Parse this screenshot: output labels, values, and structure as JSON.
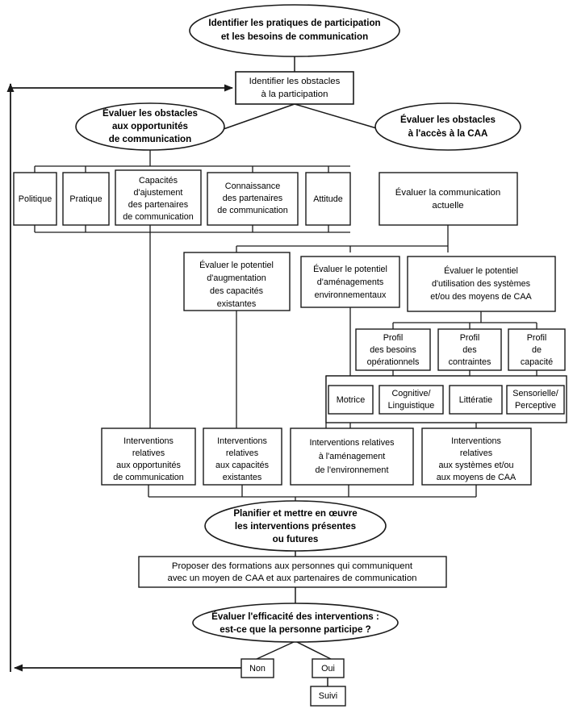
{
  "diagram": {
    "title": "Processus d'évaluation et d'intervention en CAA",
    "language": "fr",
    "colors": {
      "stroke": "#1a1a1a",
      "fill": "#ffffff",
      "text": "#000000"
    },
    "nodes": {
      "start": {
        "shape": "ellipse",
        "bold": true,
        "lines": [
          "Identifier les pratiques de participation",
          "et les besoins de communication"
        ]
      },
      "identify_barriers": {
        "shape": "rect",
        "lines": [
          "Identifier les obstacles",
          "à la participation"
        ]
      },
      "eval_comm_barriers": {
        "shape": "ellipse",
        "bold": true,
        "lines": [
          "Évaluer les obstacles",
          "aux opportunités",
          "de communication"
        ]
      },
      "eval_aac_barriers": {
        "shape": "ellipse",
        "bold": true,
        "lines": [
          "Évaluer les obstacles",
          "à l'accès à la CAA"
        ]
      },
      "politique": {
        "shape": "rect",
        "lines": [
          "Politique"
        ]
      },
      "pratique": {
        "shape": "rect",
        "lines": [
          "Pratique"
        ]
      },
      "capacites_ajustement": {
        "shape": "rect",
        "lines": [
          "Capacités",
          "d'ajustement",
          "des partenaires",
          "de communication"
        ]
      },
      "connaissance_partenaires": {
        "shape": "rect",
        "lines": [
          "Connaissance",
          "des partenaires",
          "de communication"
        ]
      },
      "attitude": {
        "shape": "rect",
        "lines": [
          "Attitude"
        ]
      },
      "eval_current_comm": {
        "shape": "rect",
        "lines": [
          "Évaluer la communication",
          "actuelle"
        ]
      },
      "potentiel_augmentation": {
        "shape": "rect",
        "lines": [
          "Évaluer le potentiel",
          "d'augmentation",
          "des capacités",
          "existantes"
        ]
      },
      "potentiel_amenagements": {
        "shape": "rect",
        "lines": [
          "Évaluer le potentiel",
          "d'aménagements",
          "environnementaux"
        ]
      },
      "potentiel_utilisation": {
        "shape": "rect",
        "lines": [
          "Évaluer le potentiel",
          "d'utilisation des systèmes",
          "et/ou des moyens de CAA"
        ]
      },
      "profil_besoins": {
        "shape": "rect",
        "lines": [
          "Profil",
          "des besoins",
          "opérationnels"
        ]
      },
      "profil_contraintes": {
        "shape": "rect",
        "lines": [
          "Profil",
          "des",
          "contraintes"
        ]
      },
      "profil_capacite": {
        "shape": "rect",
        "lines": [
          "Profil",
          "de",
          "capacité"
        ]
      },
      "motrice": {
        "shape": "rect",
        "lines": [
          "Motrice"
        ]
      },
      "cognitive_linguistique": {
        "shape": "rect",
        "lines": [
          "Cognitive/",
          "Linguistique"
        ]
      },
      "litteratie": {
        "shape": "rect",
        "lines": [
          "Littératie"
        ]
      },
      "sensorielle_perceptive": {
        "shape": "rect",
        "lines": [
          "Sensorielle/",
          "Perceptive"
        ]
      },
      "interv_opportunites": {
        "shape": "rect",
        "lines": [
          "Interventions",
          "relatives",
          "aux opportunités",
          "de communication"
        ]
      },
      "interv_capacites": {
        "shape": "rect",
        "lines": [
          "Interventions",
          "relatives",
          "aux capacités",
          "existantes"
        ]
      },
      "interv_environnement": {
        "shape": "rect",
        "lines": [
          "Interventions relatives",
          "à l'aménagement",
          "de l'environnement"
        ]
      },
      "interv_systemes": {
        "shape": "rect",
        "lines": [
          "Interventions",
          "relatives",
          "aux systèmes et/ou",
          "aux moyens de CAA"
        ]
      },
      "planifier": {
        "shape": "ellipse",
        "bold": true,
        "lines": [
          "Planifier et mettre en œuvre",
          "les interventions présentes",
          "ou futures"
        ]
      },
      "proposer_formations": {
        "shape": "rect",
        "lines": [
          "Proposer des formations aux personnes qui communiquent",
          "avec un moyen de CAA et aux partenaires de communication"
        ]
      },
      "evaluer_efficacite": {
        "shape": "ellipse",
        "bold": true,
        "lines": [
          "Évaluer l'efficacité des interventions :",
          "est-ce que la personne participe ?"
        ]
      },
      "non": {
        "shape": "rect",
        "lines": [
          "Non"
        ]
      },
      "oui": {
        "shape": "rect",
        "lines": [
          "Oui"
        ]
      },
      "suivi": {
        "shape": "rect",
        "lines": [
          "Suivi"
        ]
      }
    }
  }
}
